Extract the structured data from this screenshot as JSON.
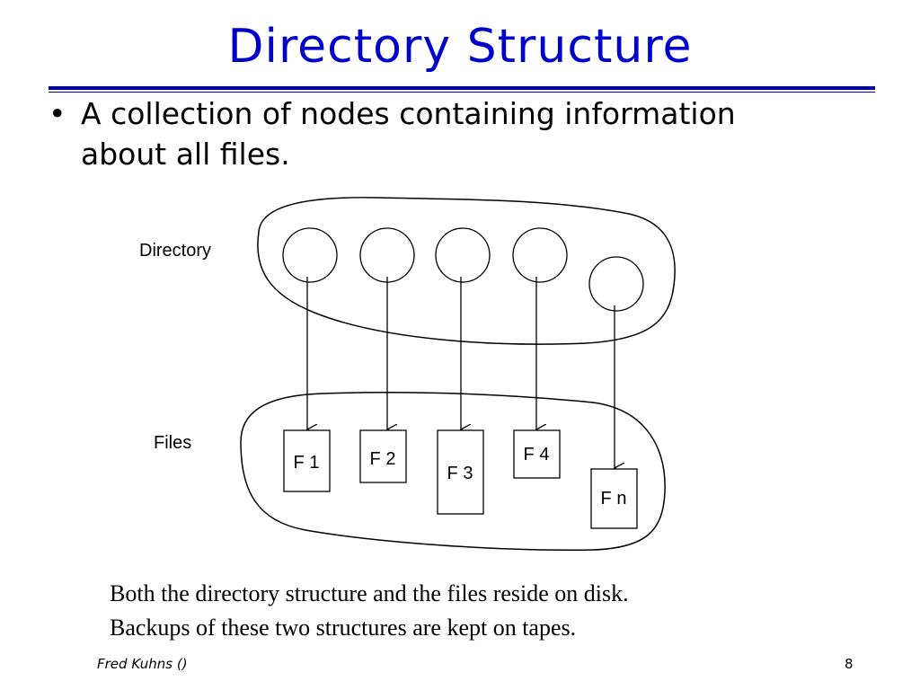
{
  "slide": {
    "title": "Directory Structure",
    "bullet_marker": "•",
    "bullet_lines": [
      "A collection of nodes containing information",
      "about all files."
    ],
    "caption_lines": [
      "Both the directory structure and the files reside on disk.",
      "Backups of these two structures are kept on tapes."
    ],
    "footer_author": "Fred Kuhns ()",
    "page_number": "8"
  },
  "diagram": {
    "directory_label": "Directory",
    "files_label": "Files",
    "directory_nodes": 5,
    "file_labels": [
      "F 1",
      "F 2",
      "F 3",
      "F 4",
      "F n"
    ],
    "stroke_color": "#000000"
  }
}
